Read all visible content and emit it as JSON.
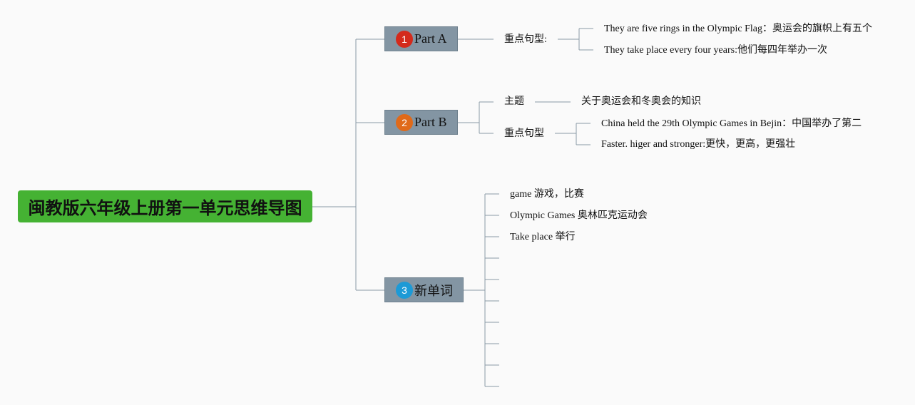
{
  "root": {
    "title": "闽教版六年级上册第一单元思维导图"
  },
  "branches": [
    {
      "number": "1",
      "badge_color": "#d42a1c",
      "label": "Part A",
      "children": [
        {
          "label": "重点句型:",
          "items": [
            "They are five rings in the Olympic Flag：奥运会的旗帜上有五个",
            "They take place every four years:他们每四年举办一次"
          ]
        }
      ]
    },
    {
      "number": "2",
      "badge_color": "#e06a1a",
      "label": "Part B",
      "children": [
        {
          "label": "主题",
          "items": [
            "关于奥运会和冬奥会的知识"
          ]
        },
        {
          "label": "重点句型",
          "items": [
            "China held the 29th Olympic Games in Bejin：中国举办了第二",
            "Faster. higer and stronger:更快，更高，更强壮"
          ]
        }
      ]
    },
    {
      "number": "3",
      "badge_color": "#1d9ad6",
      "label": "新单词",
      "items": [
        "game 游戏，比赛",
        "Olympic Games 奥林匹克运动会",
        "Take place 举行",
        "",
        "",
        "",
        "",
        "",
        "",
        ""
      ]
    }
  ],
  "colors": {
    "root_bg": "#45b233",
    "branch_bg": "#8395a3",
    "connector": "#8a9aa6"
  }
}
